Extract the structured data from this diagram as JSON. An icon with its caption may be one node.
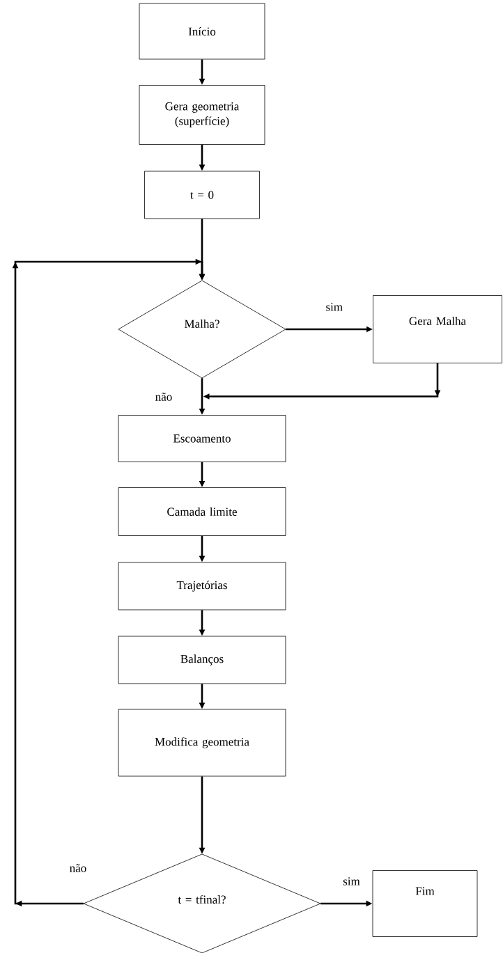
{
  "diagram": {
    "nodes": [
      {
        "text": [
          "Início"
        ]
      },
      {
        "text": [
          "Gera geometria (superfície)"
        ]
      },
      {
        "text": [
          "t = 0"
        ]
      },
      {
        "text": [
          "Malha?"
        ]
      },
      {
        "text": [
          "Gera Malha"
        ]
      },
      {
        "text": [
          "Escoamento"
        ]
      },
      {
        "text": [
          "Camada limite"
        ]
      },
      {
        "text": [
          "Trajetórias"
        ]
      },
      {
        "text": [
          "Balanços"
        ]
      },
      {
        "text": [
          "Modifica geometria"
        ]
      },
      {
        "text": [
          "t = tfinal?"
        ]
      },
      {
        "text": [
          "Fim"
        ]
      }
    ],
    "edges": [
      {
        "from": 0,
        "to": 1,
        "arrow": "to"
      },
      {
        "from": 1,
        "to": 2,
        "arrow": "to"
      },
      {
        "from": 2,
        "to": 3,
        "arrow": "to"
      },
      {
        "from": 3,
        "to": 4,
        "arrow": "to",
        "label": "sim"
      },
      {
        "from": 3,
        "to": 5,
        "arrow": "to",
        "label": "não"
      },
      {
        "from": 4,
        "to": 5,
        "arrow": "to"
      },
      {
        "from": 5,
        "to": 6,
        "arrow": "to"
      },
      {
        "from": 6,
        "to": 7,
        "arrow": "to"
      },
      {
        "from": 7,
        "to": 8,
        "arrow": "to"
      },
      {
        "from": 8,
        "to": 9,
        "arrow": "to"
      },
      {
        "from": 9,
        "to": 10,
        "arrow": "to"
      },
      {
        "from": 10,
        "to": 11,
        "arrow": "to",
        "label": "sim"
      },
      {
        "from": 10,
        "to": 3,
        "arrow": "to",
        "label": "não"
      }
    ]
  }
}
